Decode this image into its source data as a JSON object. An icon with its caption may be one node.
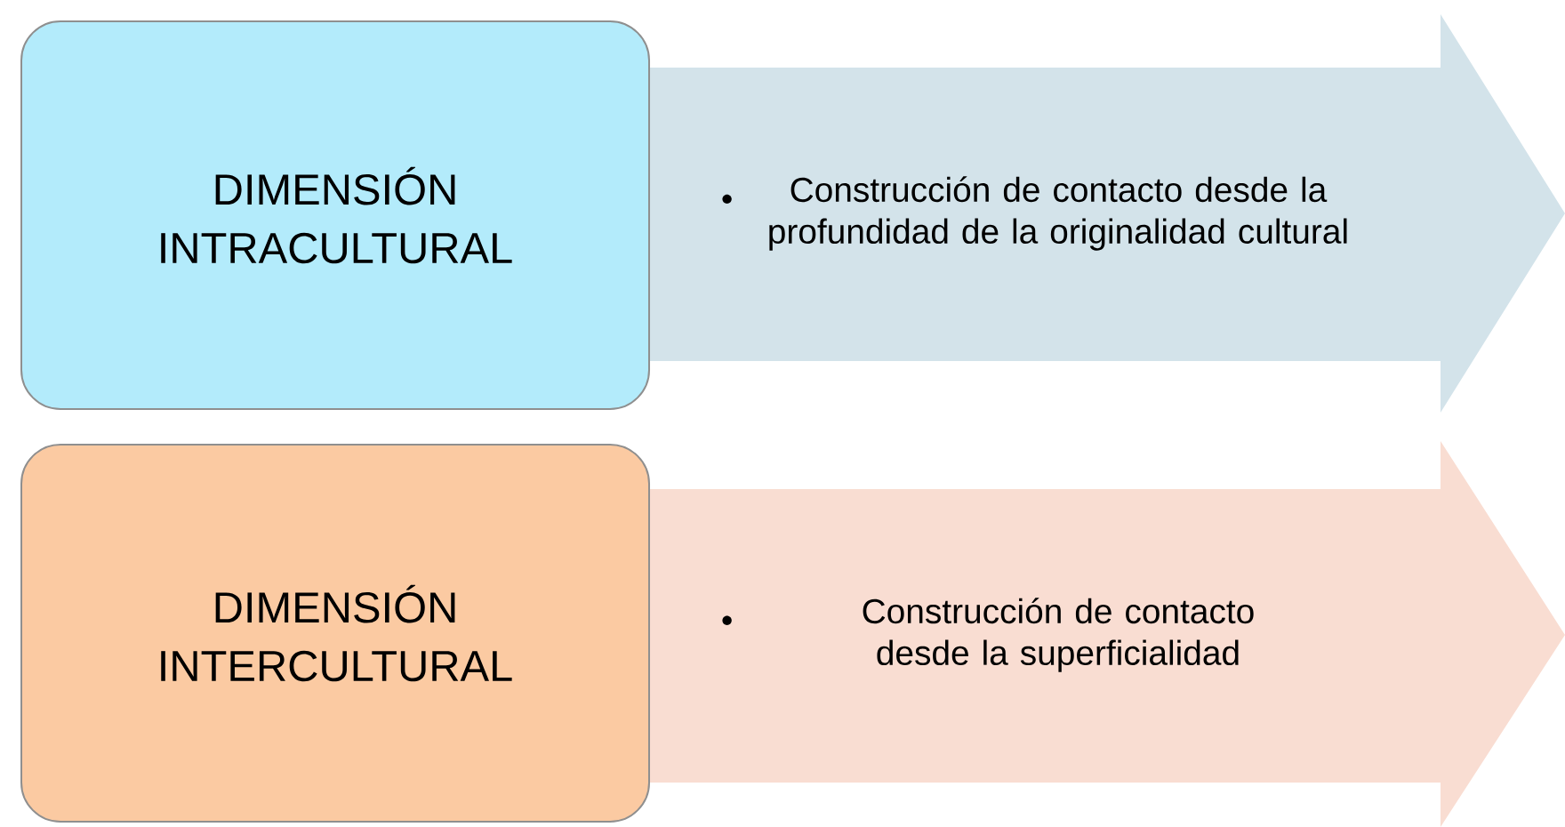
{
  "diagram": {
    "nodes": [
      {
        "text": [
          "DIMENSIÓN INTRACULTURAL"
        ]
      },
      {
        "text": [
          "Construcción de contacto desde la profundidad de la originalidad cultural"
        ]
      },
      {
        "text": [
          "DIMENSIÓN INTERCULTURAL"
        ]
      },
      {
        "text": [
          "Construcción de contacto desde la superficialidad"
        ]
      }
    ]
  }
}
